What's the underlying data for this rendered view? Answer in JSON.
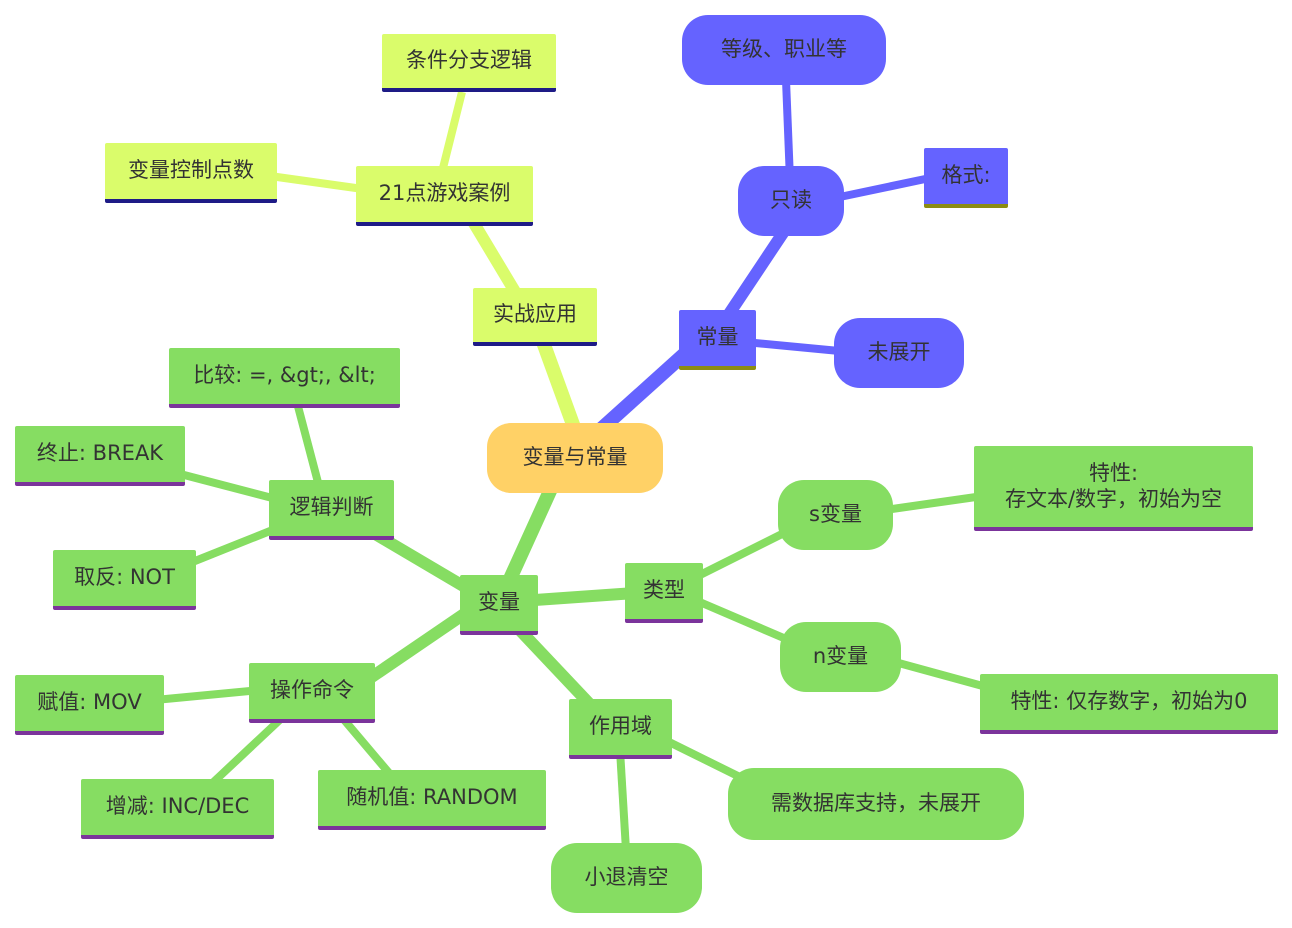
{
  "root": {
    "label": "变量与常量"
  },
  "practice": {
    "label": "实战应用",
    "game": {
      "label": "21点游戏案例",
      "branch": "条件分支逻辑",
      "points": "变量控制点数"
    }
  },
  "constant": {
    "label": "常量",
    "readonly": {
      "label": "只读",
      "level": "等级、职业等",
      "format": "格式:"
    },
    "unexpanded": "未展开"
  },
  "variable": {
    "label": "变量",
    "logic": {
      "label": "逻辑判断",
      "compare": "比较: =, &gt;, &lt;",
      "break": "终止: BREAK",
      "not": "取反: NOT"
    },
    "ops": {
      "label": "操作命令",
      "mov": "赋值: MOV",
      "incdec": "增减: INC/DEC",
      "random": "随机值: RANDOM"
    },
    "types": {
      "label": "类型",
      "s_var": "s变量",
      "s_trait": "特性:\n存文本/数字，初始为空",
      "n_var": "n变量",
      "n_trait": "特性: 仅存数字，初始为0"
    },
    "scope": {
      "label": "作用域",
      "db": "需数据库支持，未展开",
      "clear": "小退清空"
    }
  },
  "colors": {
    "green": "#86dd62",
    "yellow": "#dafc6b",
    "blue": "#6563ff",
    "root": "#ffd166"
  }
}
